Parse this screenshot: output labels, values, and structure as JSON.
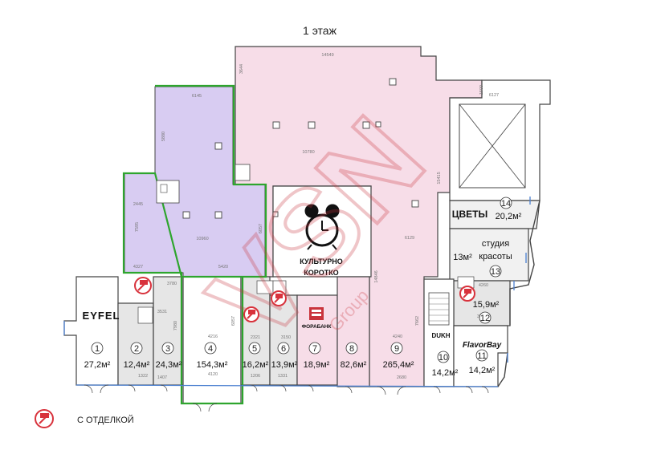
{
  "floor_title": "1 этаж",
  "legend": {
    "label": "С ОТДЕЛКОЙ",
    "icon": "finish-roller-icon"
  },
  "colors": {
    "lilac": "#d8ccf2",
    "pink": "#f7dde8",
    "gray": "#e8e8e8",
    "green_outline": "#2ea52e",
    "blue_wall": "#4a7fd0",
    "badge_red": "#d8323c",
    "watermark": "#c9343c"
  },
  "watermark": {
    "brand": "VSN",
    "sub": "Group"
  },
  "units": [
    {
      "num": "1",
      "area": "27,2м²",
      "brand": "EYFEL"
    },
    {
      "num": "2",
      "area": "12,4м²"
    },
    {
      "num": "3",
      "area": "24,3м²"
    },
    {
      "num": "4",
      "area": "154,3м²"
    },
    {
      "num": "5",
      "area": "16,2м²"
    },
    {
      "num": "6",
      "area": "13,9м²"
    },
    {
      "num": "7",
      "area": "18,9м²",
      "brand": "ФОРАБАНК"
    },
    {
      "num": "8",
      "area": "82,6м²"
    },
    {
      "num": "9",
      "area": "265,4м²"
    },
    {
      "num": "10",
      "area": "14,2м²",
      "brand": "DUKH"
    },
    {
      "num": "11",
      "area": "14,2м²",
      "brand": "FlavorBay"
    },
    {
      "num": "12",
      "area": "15,9м²"
    },
    {
      "num": "13",
      "area": "13м²",
      "brand_line1": "студия",
      "brand_line2": "красоты"
    },
    {
      "num": "14",
      "area": "20,2м²",
      "brand": "ЦВЕТЫ"
    }
  ],
  "tenant_kulturno": {
    "line1": "КУЛЬТУРНО",
    "line2": "КОРОТКО"
  },
  "dimensions": [
    "14549",
    "3644",
    "6145",
    "5880",
    "10780",
    "6127",
    "1500",
    "2445",
    "7595",
    "10960",
    "6057",
    "4327",
    "5420",
    "3780",
    "3531",
    "7980",
    "4216",
    "6057",
    "2321",
    "3150",
    "6129",
    "15415",
    "4260",
    "3230",
    "14846",
    "7662",
    "4240",
    "2680",
    "4120",
    "1407",
    "1331",
    "1206",
    "1322"
  ]
}
